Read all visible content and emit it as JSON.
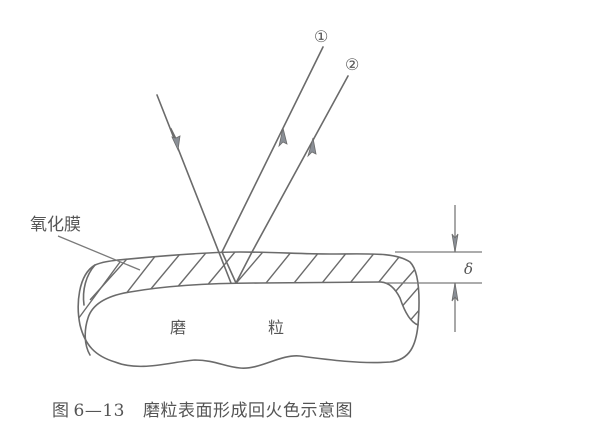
{
  "figure": {
    "caption_prefix": "图",
    "caption_number": "6—13",
    "caption_title": "磨粒表面形成回火色示意图"
  },
  "labels": {
    "oxide_film": "氧化膜",
    "grain_left": "磨",
    "grain_right": "粒",
    "ray_1": "①",
    "ray_2": "②",
    "thickness": "δ"
  },
  "colors": {
    "stroke": "#6b6b6b",
    "text": "#555555",
    "background": "#ffffff"
  }
}
